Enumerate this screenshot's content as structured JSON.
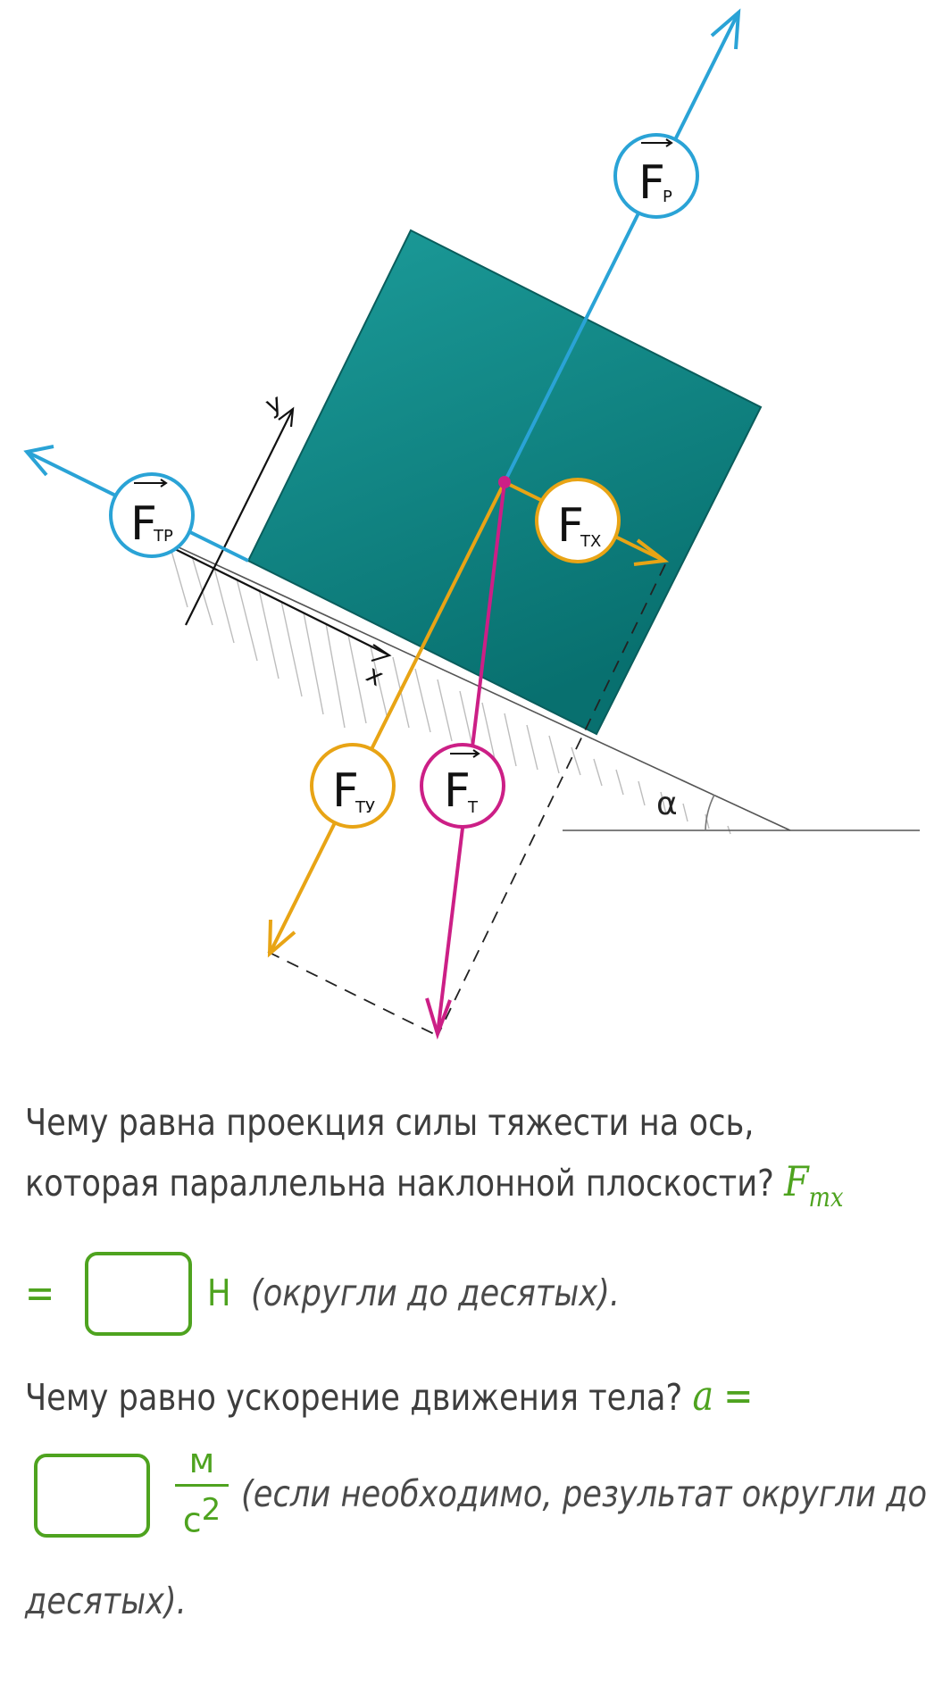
{
  "diagram": {
    "labels": {
      "f_p": {
        "main": "F",
        "sub": "Р"
      },
      "f_tr": {
        "main": "F",
        "sub": "ТР"
      },
      "f_tx": {
        "main": "F",
        "sub": "ТХ"
      },
      "f_ty": {
        "main": "F",
        "sub": "ТУ"
      },
      "f_t": {
        "main": "F",
        "sub": "Т"
      }
    },
    "axis_y": "y",
    "axis_x": "x",
    "angle": "α",
    "colors": {
      "block": "#0e7c7b",
      "support_force": "#2aa3d6",
      "friction": "#2aa3d6",
      "gravity": "#cc1f86",
      "components": "#e8a415",
      "axes": "#111111",
      "hatch": "#b8b8b8"
    }
  },
  "question1": {
    "line1": "Чему равна проекция силы тяжести на ось,",
    "line2": "которая параллельна наклонной плоскости?",
    "var_main": "F",
    "var_sub": "т𝑥",
    "equals": "=",
    "unit": "Н",
    "hint": "(округли до десятых)."
  },
  "question2": {
    "text": "Чему равно ускорение движения тела?",
    "var": "a",
    "equals": "=",
    "unit_num": "м",
    "unit_den": "с",
    "unit_exp": "2",
    "hint_line1": "(если необходимо, результат округли до",
    "hint_line2": "десятых)."
  }
}
